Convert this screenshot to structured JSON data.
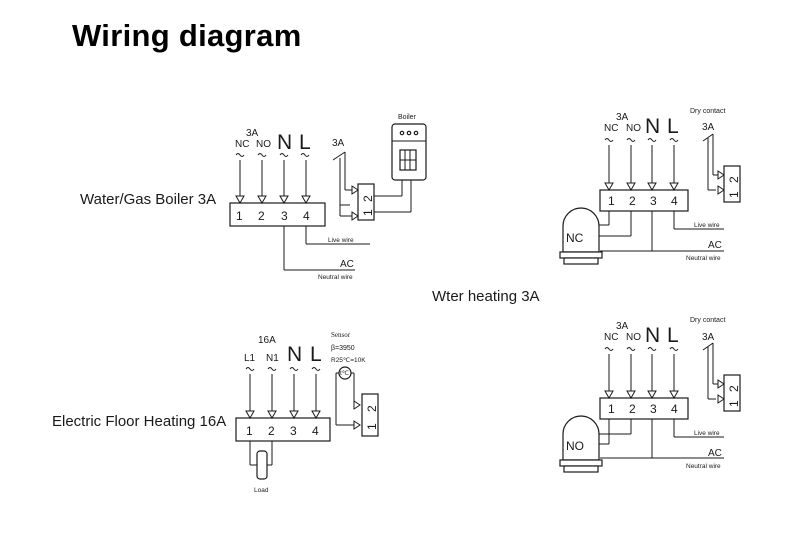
{
  "title": "Wiring diagram",
  "captions": {
    "boiler": "Water/Gas Boiler 3A",
    "floor": "Electric  Floor Heating 16A",
    "water": "Wter heating 3A"
  },
  "common": {
    "nc": "NC",
    "no": "NO",
    "n": "N",
    "l": "L",
    "t1": "1",
    "t2": "2",
    "t3": "3",
    "t4": "4",
    "live_wire": "Live wire",
    "ac": "AC",
    "neutral_wire": "Neutral wire",
    "rating_3a": "3A",
    "dry_contact": "Dry contact"
  },
  "boiler": {
    "device": "Boiler"
  },
  "floor": {
    "rating": "16A",
    "l1": "L1",
    "n1": "N1",
    "load": "Load",
    "sensor": "Sensor",
    "beta": "β=3950",
    "r25": "R25℃=10K",
    "temp": "t℃"
  },
  "valves": {
    "nc_valve": "NC",
    "no_valve": "NO"
  }
}
